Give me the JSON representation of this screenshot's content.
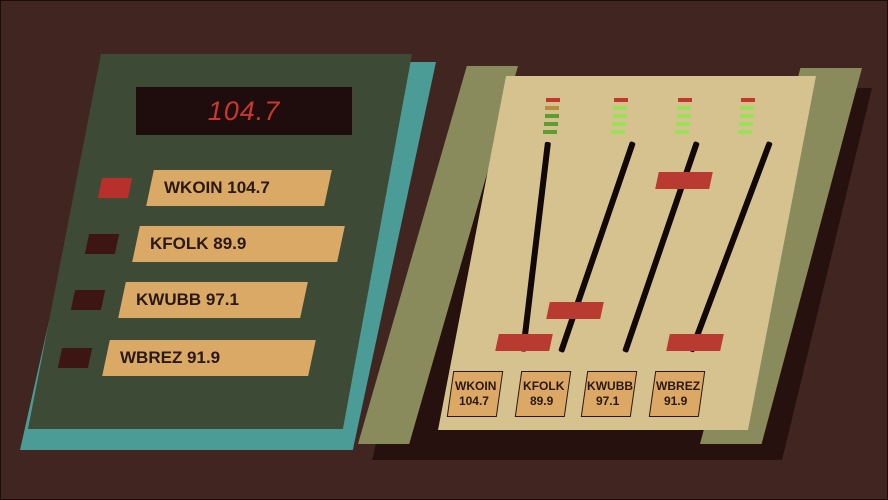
{
  "tuner": {
    "display_frequency": "104.7",
    "presets": [
      {
        "label": "WKOIN 104.7",
        "active": true
      },
      {
        "label": "KFOLK 89.9",
        "active": false
      },
      {
        "label": "KWUBB 97.1",
        "active": false
      },
      {
        "label": "WBREZ 91.9",
        "active": false
      }
    ]
  },
  "mixer": {
    "channels": [
      {
        "name": "WKOIN",
        "freq": "104.7",
        "fader_level": 0.05,
        "meter_level": 4
      },
      {
        "name": "KFOLK",
        "freq": "89.9",
        "fader_level": 0.2,
        "meter_level": 3
      },
      {
        "name": "KWUBB",
        "freq": "97.1",
        "fader_level": 0.82,
        "meter_level": 3
      },
      {
        "name": "WBREZ",
        "freq": "91.9",
        "fader_level": 0.05,
        "meter_level": 3
      }
    ]
  },
  "colors": {
    "indicator_active": "#b8302c",
    "indicator_inactive": "#3d1512",
    "meter_peak": "#c0392b",
    "meter_dim_green": "#4c8a2e",
    "meter_bright_green": "#9be05a",
    "meter_dark_green": "#5f9d33"
  }
}
